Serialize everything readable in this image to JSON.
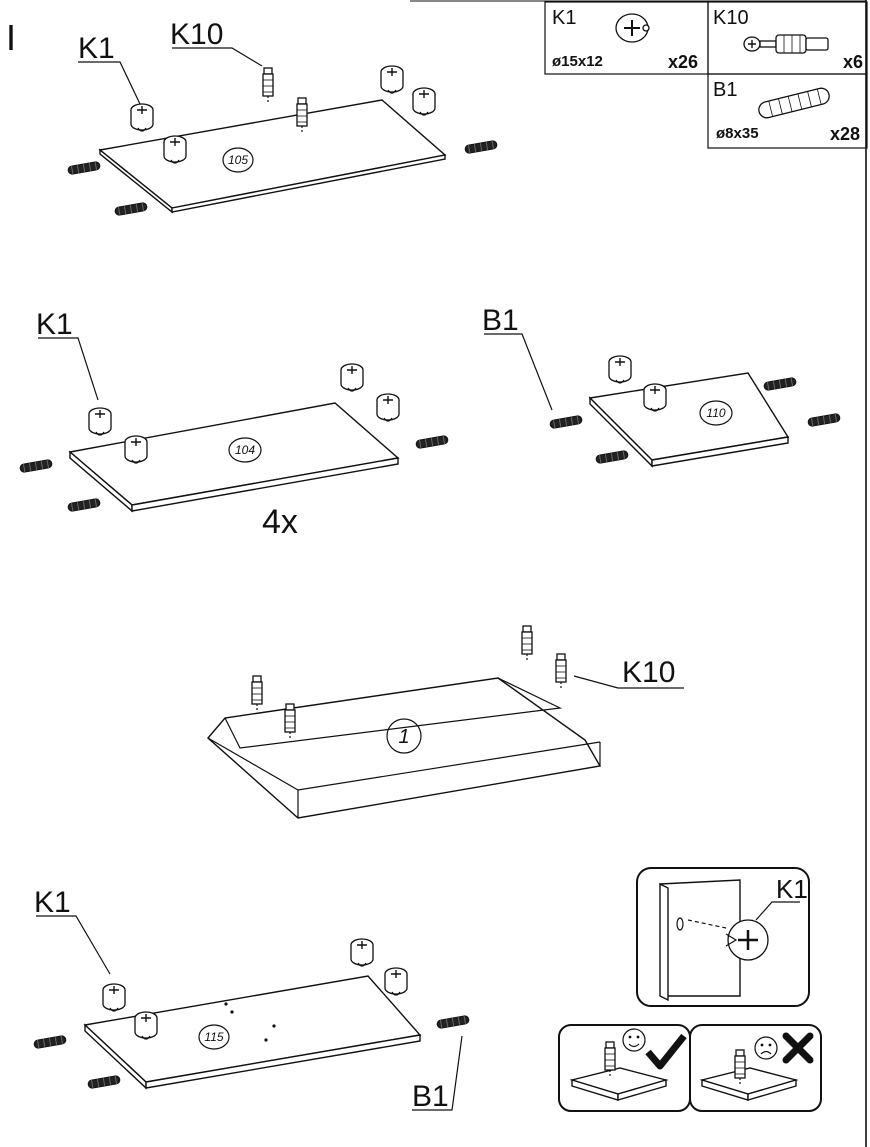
{
  "step_number": "I",
  "legend": {
    "k1": {
      "code": "K1",
      "size": "ø15x12",
      "qty": "x26",
      "icon": "cam-lock-icon"
    },
    "k10": {
      "code": "K10",
      "size": "",
      "qty": "x6",
      "icon": "cam-bolt-icon"
    },
    "b1": {
      "code": "B1",
      "size": "ø8x35",
      "qty": "x28",
      "icon": "wooden-dowel-icon"
    }
  },
  "step1": {
    "callout_a": "K1",
    "callout_b": "K10",
    "panel": "105"
  },
  "step2": {
    "callout": "K1",
    "panel": "104",
    "multiplier": "4x"
  },
  "step3": {
    "callout": "B1",
    "panel": "110"
  },
  "step4": {
    "callout": "K10",
    "panel": "1"
  },
  "step5": {
    "callout_a": "K1",
    "callout_b": "B1",
    "panel": "115"
  },
  "detail": {
    "callout": "K1"
  },
  "correct_hint": {
    "icon": "smiley-face-icon",
    "mark": "check-mark-icon"
  },
  "wrong_hint": {
    "icon": "sad-face-icon",
    "mark": "cross-mark-icon"
  }
}
